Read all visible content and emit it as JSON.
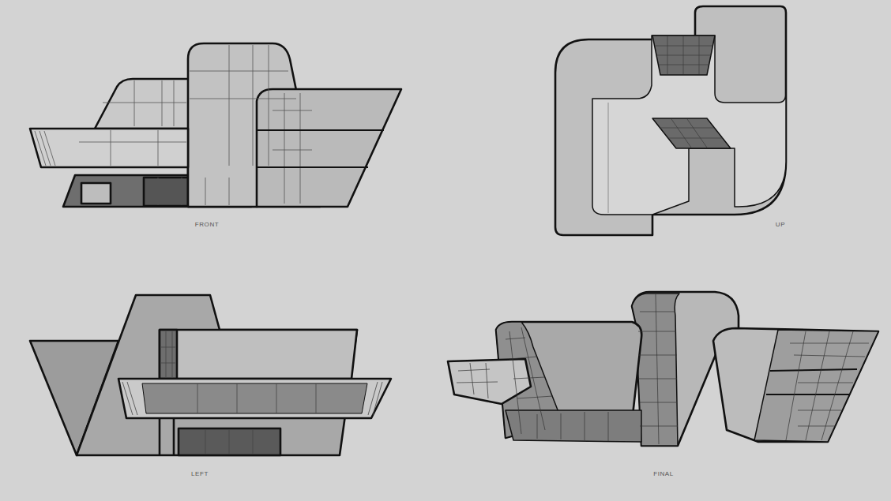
{
  "diagram": {
    "labels": [
      "FRONT",
      "UP",
      "LEFT",
      "FINAL"
    ]
  }
}
